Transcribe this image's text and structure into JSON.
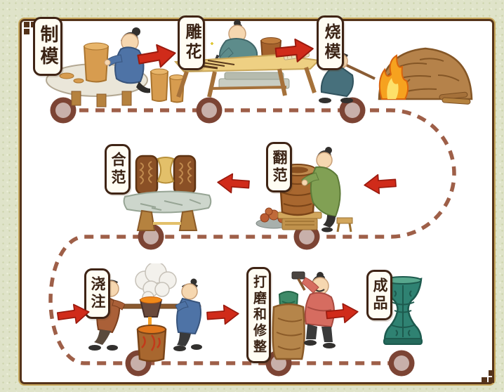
{
  "process": {
    "name": "bronze-casting-process-flow",
    "steps": [
      {
        "label": "制模",
        "scene": "mold-making"
      },
      {
        "label": "雕花",
        "scene": "pattern-carving"
      },
      {
        "label": "烧模",
        "scene": "mold-firing"
      },
      {
        "label": "翻范",
        "scene": "mold-flipping"
      },
      {
        "label": "合范",
        "scene": "mold-assembling"
      },
      {
        "label": "浇注",
        "scene": "metal-pouring"
      },
      {
        "label": "打磨和修整",
        "scene": "polishing-and-trimming"
      },
      {
        "label": "成品",
        "scene": "finished-product"
      }
    ]
  },
  "colors": {
    "paper": "#dfe3c9",
    "panel": "#ffffff",
    "frame": "#54331a",
    "frame_gold": "#c9a85c",
    "path_dash": "#9e5f48",
    "node_ring": "#7c4434",
    "node_center": "#c8b0aa",
    "arrow_fill": "#d02b1a",
    "arrow_stroke": "#9a1a0e",
    "label_text": "#3a2314",
    "label_bg": "#fffdf3"
  }
}
